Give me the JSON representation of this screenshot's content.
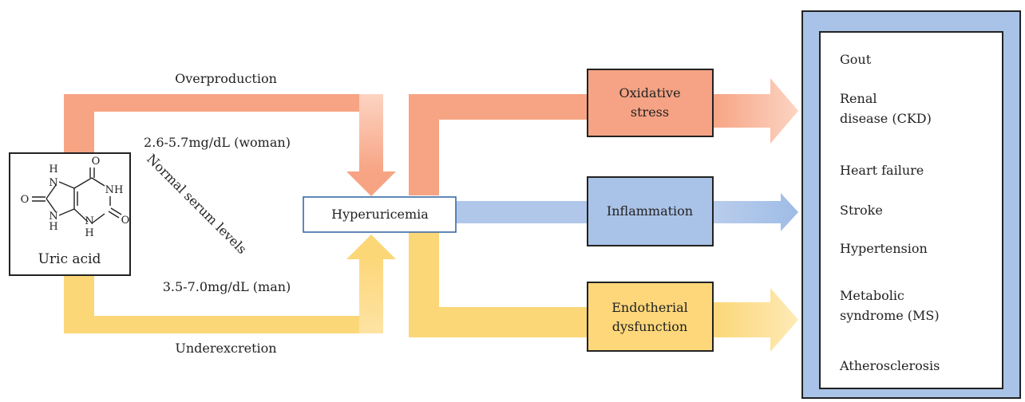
{
  "molecule": {
    "name": "Uric acid",
    "atoms": {
      "h_top": "H",
      "n1": "N",
      "nh_right": "NH",
      "o_top": "O",
      "o_left": "O",
      "o_right": "O",
      "n3": "N",
      "h3": "H",
      "n2": "N",
      "h2": "H"
    }
  },
  "paths": {
    "overproduction": "Overproduction",
    "underexcretion": "Underexcretion",
    "level_woman": "2.6-5.7mg/dL (woman)",
    "level_man": "3.5-7.0mg/dL (man)",
    "normal_serum": "Normal serum levels"
  },
  "center": {
    "label": "Hyperuricemia"
  },
  "mechanisms": {
    "oxidative": [
      "Oxidative",
      "stress"
    ],
    "inflammation": "Inflammation",
    "endothelial": [
      "Endotherial",
      "dysfunction"
    ]
  },
  "diseases": {
    "gout": "Gout",
    "renal": [
      "Renal",
      "disease (CKD)"
    ],
    "heart_failure": "Heart failure",
    "stroke": "Stroke",
    "hypertension": "Hypertension",
    "metabolic": [
      "Metabolic",
      "syndrome (MS)"
    ],
    "atherosclerosis": "Atherosclerosis"
  },
  "colors": {
    "orange_fill": "#f7a484",
    "orange_light": "#fbcbb6",
    "orange_box": "#f5a384",
    "yellow_fill": "#fcd778",
    "yellow_light": "#fde3a4",
    "yellow_box": "#fdd77a",
    "blue_fill": "#a8c0e6",
    "blue_box": "#a9c2e7",
    "border_dark": "#222222",
    "box_blue_border": "#3a5d8c"
  }
}
